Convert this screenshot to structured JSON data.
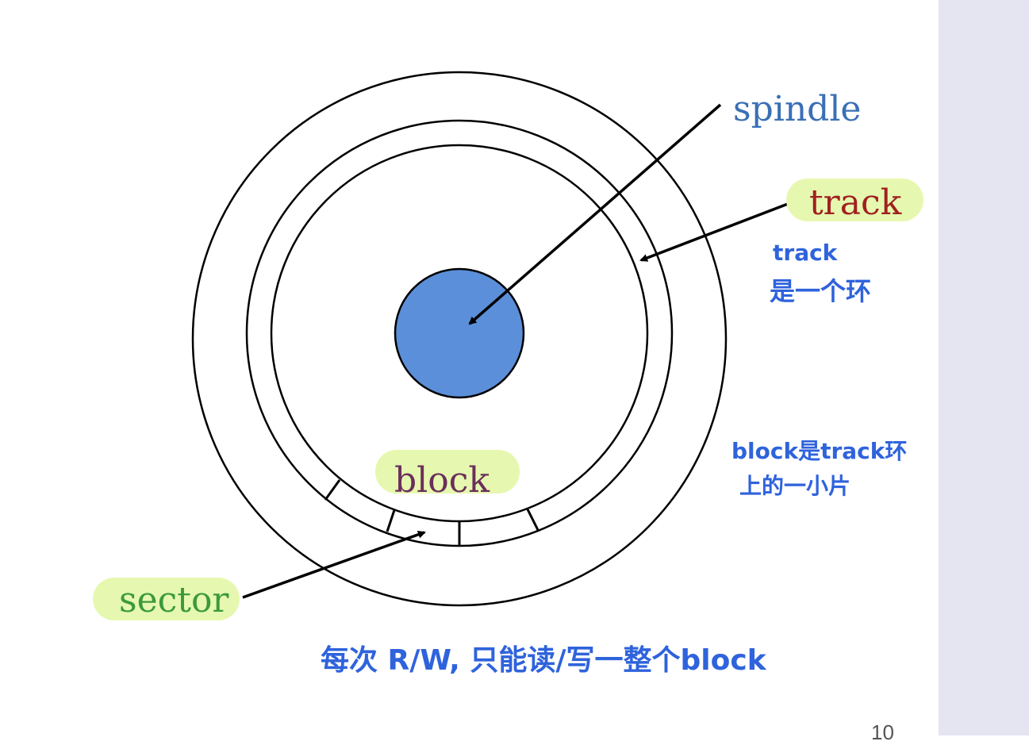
{
  "slide": {
    "labels": {
      "spindle": "spindle",
      "track": "track",
      "block": "block",
      "sector": "sector"
    },
    "annotations": {
      "track_note_line1": "track",
      "track_note_line2": "是一个环",
      "block_note_line1": "block是track环",
      "block_note_line2": "上的一小片",
      "bottom_note": "每次 R/W, 只能读/写一整个block"
    },
    "page_number": "10"
  },
  "colors": {
    "spindle_fill": "#5b8fd9",
    "spindle_text": "#3a6fb6",
    "track_text": "#a02020",
    "block_text": "#6b2f5a",
    "sector_text": "#3c9a3c",
    "highlight": "#e6f8b0",
    "annotation": "#2f63dc",
    "side_panel": "#e4e5f1"
  }
}
